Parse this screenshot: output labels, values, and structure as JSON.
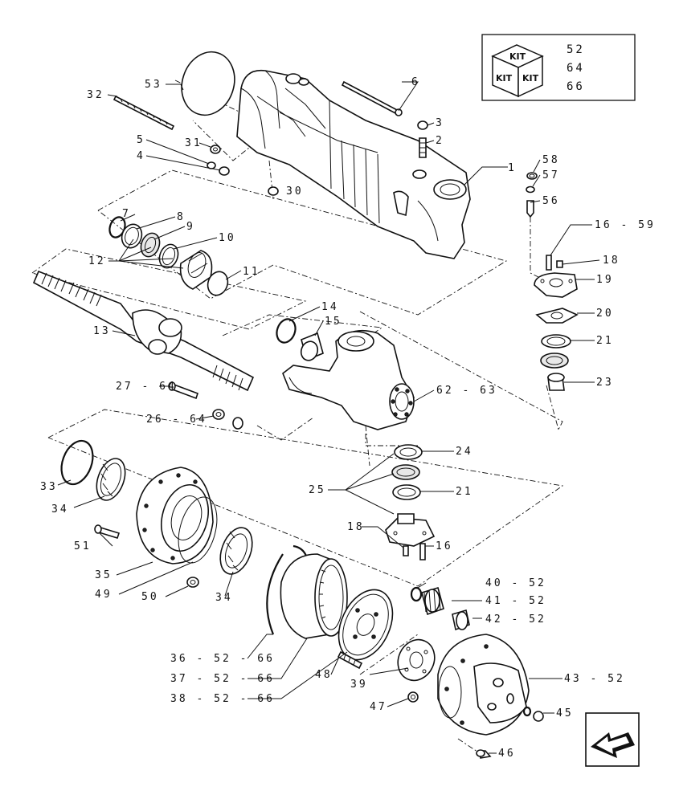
{
  "kit_box": {
    "kit_text": "KIT",
    "numbers": [
      "52",
      "64",
      "66"
    ]
  },
  "callouts": [
    {
      "id": "c1",
      "text": "1"
    },
    {
      "id": "c2",
      "text": "2"
    },
    {
      "id": "c3",
      "text": "3"
    },
    {
      "id": "c4",
      "text": "4"
    },
    {
      "id": "c5",
      "text": "5"
    },
    {
      "id": "c6",
      "text": "6"
    },
    {
      "id": "c7",
      "text": "7"
    },
    {
      "id": "c8",
      "text": "8"
    },
    {
      "id": "c9",
      "text": "9"
    },
    {
      "id": "c10",
      "text": "10"
    },
    {
      "id": "c11",
      "text": "11"
    },
    {
      "id": "c12",
      "text": "12"
    },
    {
      "id": "c13",
      "text": "13"
    },
    {
      "id": "c14",
      "text": "14"
    },
    {
      "id": "c15",
      "text": "15"
    },
    {
      "id": "c16a",
      "text": "16 - 59"
    },
    {
      "id": "c16b",
      "text": "16"
    },
    {
      "id": "c18a",
      "text": "18"
    },
    {
      "id": "c18b",
      "text": "18"
    },
    {
      "id": "c19",
      "text": "19"
    },
    {
      "id": "c20",
      "text": "20"
    },
    {
      "id": "c21a",
      "text": "21"
    },
    {
      "id": "c21b",
      "text": "21"
    },
    {
      "id": "c23",
      "text": "23"
    },
    {
      "id": "c24",
      "text": "24"
    },
    {
      "id": "c25",
      "text": "25"
    },
    {
      "id": "c26",
      "text": "26 - 64"
    },
    {
      "id": "c27",
      "text": "27 - 64"
    },
    {
      "id": "c30",
      "text": "30"
    },
    {
      "id": "c31",
      "text": "31"
    },
    {
      "id": "c32",
      "text": "32"
    },
    {
      "id": "c33",
      "text": "33"
    },
    {
      "id": "c34a",
      "text": "34"
    },
    {
      "id": "c34b",
      "text": "34"
    },
    {
      "id": "c35",
      "text": "35"
    },
    {
      "id": "c36",
      "text": "36 - 52 - 66"
    },
    {
      "id": "c37",
      "text": "37 - 52 - 66"
    },
    {
      "id": "c38",
      "text": "38 - 52 - 66"
    },
    {
      "id": "c39",
      "text": "39"
    },
    {
      "id": "c40",
      "text": "40 - 52"
    },
    {
      "id": "c41",
      "text": "41 - 52"
    },
    {
      "id": "c42",
      "text": "42 - 52"
    },
    {
      "id": "c43",
      "text": "43 - 52"
    },
    {
      "id": "c45",
      "text": "45"
    },
    {
      "id": "c46",
      "text": "46"
    },
    {
      "id": "c47",
      "text": "47"
    },
    {
      "id": "c48",
      "text": "48"
    },
    {
      "id": "c49",
      "text": "49"
    },
    {
      "id": "c50",
      "text": "50"
    },
    {
      "id": "c51",
      "text": "51"
    },
    {
      "id": "c53",
      "text": "53"
    },
    {
      "id": "c56",
      "text": "56"
    },
    {
      "id": "c57",
      "text": "57"
    },
    {
      "id": "c58",
      "text": "58"
    },
    {
      "id": "c62",
      "text": "62 - 63"
    }
  ],
  "nav": {
    "icon": "arrow-icon"
  }
}
